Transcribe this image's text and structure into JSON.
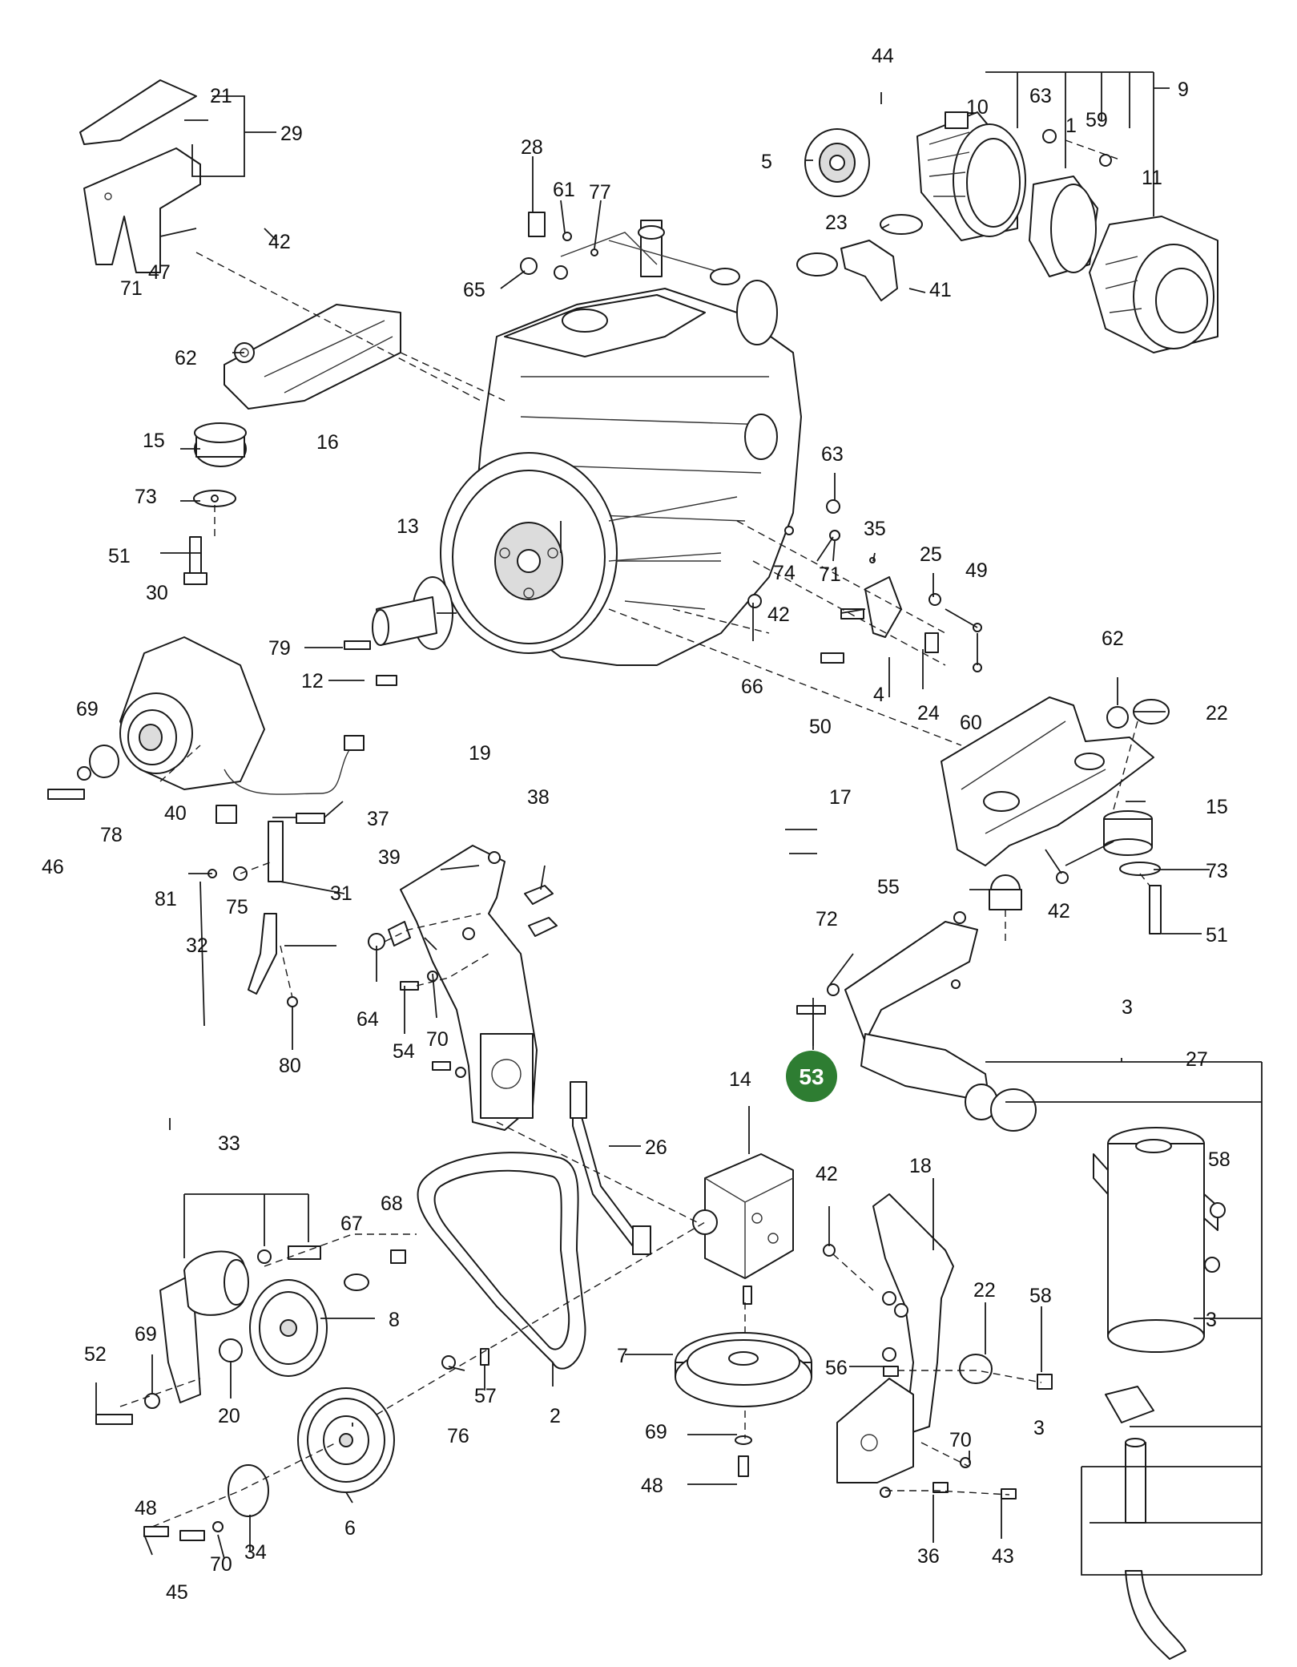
{
  "highlight": {
    "label": "53",
    "color": "#2e7d32"
  },
  "callouts": [
    "1",
    "2",
    "3",
    "3",
    "3",
    "3",
    "4",
    "5",
    "6",
    "7",
    "8",
    "9",
    "10",
    "11",
    "12",
    "13",
    "14",
    "15",
    "15",
    "16",
    "17",
    "18",
    "19",
    "20",
    "21",
    "22",
    "22",
    "23",
    "24",
    "25",
    "26",
    "27",
    "28",
    "29",
    "30",
    "31",
    "32",
    "33",
    "34",
    "35",
    "36",
    "37",
    "38",
    "39",
    "40",
    "41",
    "42",
    "42",
    "42",
    "42",
    "42",
    "43",
    "44",
    "45",
    "46",
    "47",
    "48",
    "48",
    "49",
    "50",
    "51",
    "51",
    "52",
    "54",
    "55",
    "56",
    "57",
    "58",
    "58",
    "59",
    "60",
    "61",
    "62",
    "62",
    "63",
    "63",
    "64",
    "65",
    "66",
    "67",
    "68",
    "69",
    "69",
    "69",
    "70",
    "70",
    "70",
    "71",
    "71",
    "72",
    "73",
    "73",
    "74",
    "75",
    "76",
    "77",
    "78",
    "79",
    "80",
    "81"
  ]
}
